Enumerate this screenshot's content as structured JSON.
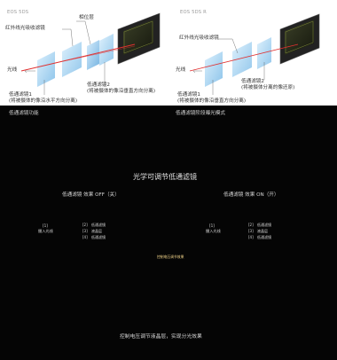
{
  "top_left": {
    "model": "EOS 5DS",
    "labels": {
      "phase_layer": "相位层",
      "ir_filter": "红外线光吸收滤镜",
      "light": "光线",
      "lpf2": "低通滤镜2",
      "lpf2_note": "(将被摄体的像沿垂直方向分离)",
      "lpf1": "低通滤镜1",
      "lpf1_note": "(将被摄体的像沿水平方向分离)"
    }
  },
  "top_right": {
    "model": "EOS 5DS R",
    "labels": {
      "ir_filter": "红外线光吸收滤镜",
      "light": "光线",
      "lpf2": "低通滤镜2",
      "lpf2_note": "(将被摄体分离的像还原)",
      "lpf1": "低通滤镜1",
      "lpf1_note": "(将被摄体的像沿垂直方向分离)"
    }
  },
  "captions": {
    "left": "低通滤镜功能",
    "right": "低通滤镜阶段曝光模式"
  },
  "bottom": {
    "title": "光学可调节低通滤镜",
    "off_label": "低通滤镜 效果 OFF（关）",
    "on_label": "低通滤镜 效果 ON（开）",
    "incident_num": "[1]",
    "incident": "摄入光线",
    "layers": [
      {
        "num": "[2]",
        "label": "低通滤镜"
      },
      {
        "num": "[3]",
        "label": "液晶层"
      },
      {
        "num": "[4]",
        "label": "低通滤镜"
      }
    ],
    "center_button": "控制电压调节效果",
    "footer": "控制电压调节液晶层，实现分光效果"
  },
  "colors": {
    "filter_blue": "#8fc8f0",
    "ray_red": "#e03030",
    "ray_yellow": "#f2b400",
    "bg_dark": "#050505",
    "center_gold": "#c99a2e"
  }
}
